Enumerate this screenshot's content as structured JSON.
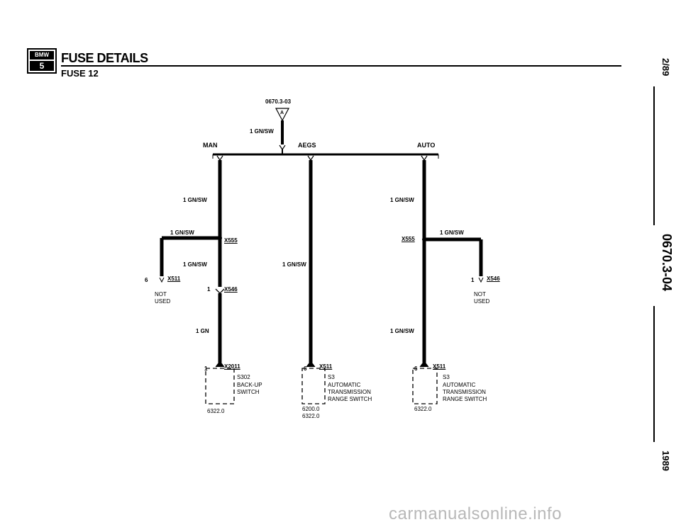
{
  "header": {
    "logo_top": "BMW",
    "logo_bottom": "5",
    "title": "FUSE DETAILS",
    "subtitle": "FUSE 12"
  },
  "side": {
    "date": "2/89",
    "code": "0670.3-04",
    "year": "1989"
  },
  "diagram": {
    "source_ref": "0670.3-03",
    "source_connector": "A",
    "source_wire": "1 GN/SW",
    "bus_labels": {
      "man": "MAN",
      "aegs": "AEGS",
      "auto": "AUTO"
    },
    "man": {
      "wire_top": "1 GN/SW",
      "branch_wire": "1 GN/SW",
      "splice": "X555",
      "wire_mid": "1 GN/SW",
      "branch_pin": "6",
      "branch_conn": "X511",
      "branch_note_1": "NOT",
      "branch_note_2": "USED",
      "conn_pin": "1",
      "conn": "X546",
      "wire_low": "1 GN",
      "comp_pin": "1",
      "comp_conn": "X2011",
      "comp_id": "S302",
      "comp_name_1": "BACK-UP",
      "comp_name_2": "SWITCH",
      "ref_1": "6322.0"
    },
    "aegs": {
      "wire": "1 GN/SW",
      "comp_pin": "6",
      "comp_conn": "X511",
      "comp_id": "S3",
      "comp_name_1": "AUTOMATIC",
      "comp_name_2": "TRANSMISSION",
      "comp_name_3": "RANGE SWITCH",
      "ref_1": "6200.0",
      "ref_2": "6322.0"
    },
    "auto": {
      "wire_top": "1 GN/SW",
      "splice": "X555",
      "branch_wire": "1 GN/SW",
      "branch_pin": "1",
      "branch_conn": "X546",
      "branch_note_1": "NOT",
      "branch_note_2": "USED",
      "wire_low": "1 GN/SW",
      "comp_pin": "6",
      "comp_conn": "X511",
      "comp_id": "S3",
      "comp_name_1": "AUTOMATIC",
      "comp_name_2": "TRANSMISSION",
      "comp_name_3": "RANGE SWITCH",
      "ref_1": "6322.0"
    }
  },
  "watermark": "carmanualsonline.info"
}
